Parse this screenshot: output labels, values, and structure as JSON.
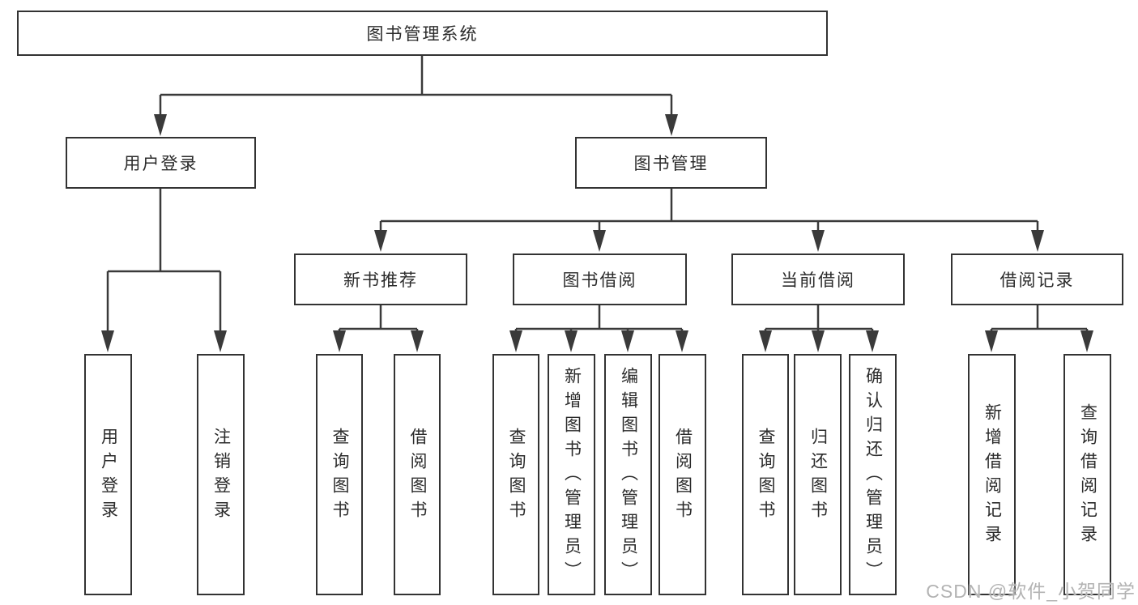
{
  "tree": {
    "root": "图书管理系统",
    "branches": [
      {
        "label": "用户登录",
        "leaves": [
          "用户登录",
          "注销登录"
        ]
      },
      {
        "label": "图书管理",
        "groups": [
          {
            "label": "新书推荐",
            "leaves": [
              "查询图书",
              "借阅图书"
            ]
          },
          {
            "label": "图书借阅",
            "leaves": [
              "查询图书",
              "新增图书（管理员）",
              "编辑图书（管理员）",
              "借阅图书"
            ]
          },
          {
            "label": "当前借阅",
            "leaves": [
              "查询图书",
              "归还图书",
              "确认归还（管理员）"
            ]
          },
          {
            "label": "借阅记录",
            "leaves": [
              "新增借阅记录",
              "查询借阅记录"
            ]
          }
        ]
      }
    ]
  },
  "watermark": {
    "text": "CSDN @软件_小贺同学"
  },
  "colors": {
    "line": "#3a3a3a",
    "box_border": "#333333",
    "text": "#2b2b2b",
    "watermark": "#b3b3b3",
    "background": "#ffffff"
  }
}
